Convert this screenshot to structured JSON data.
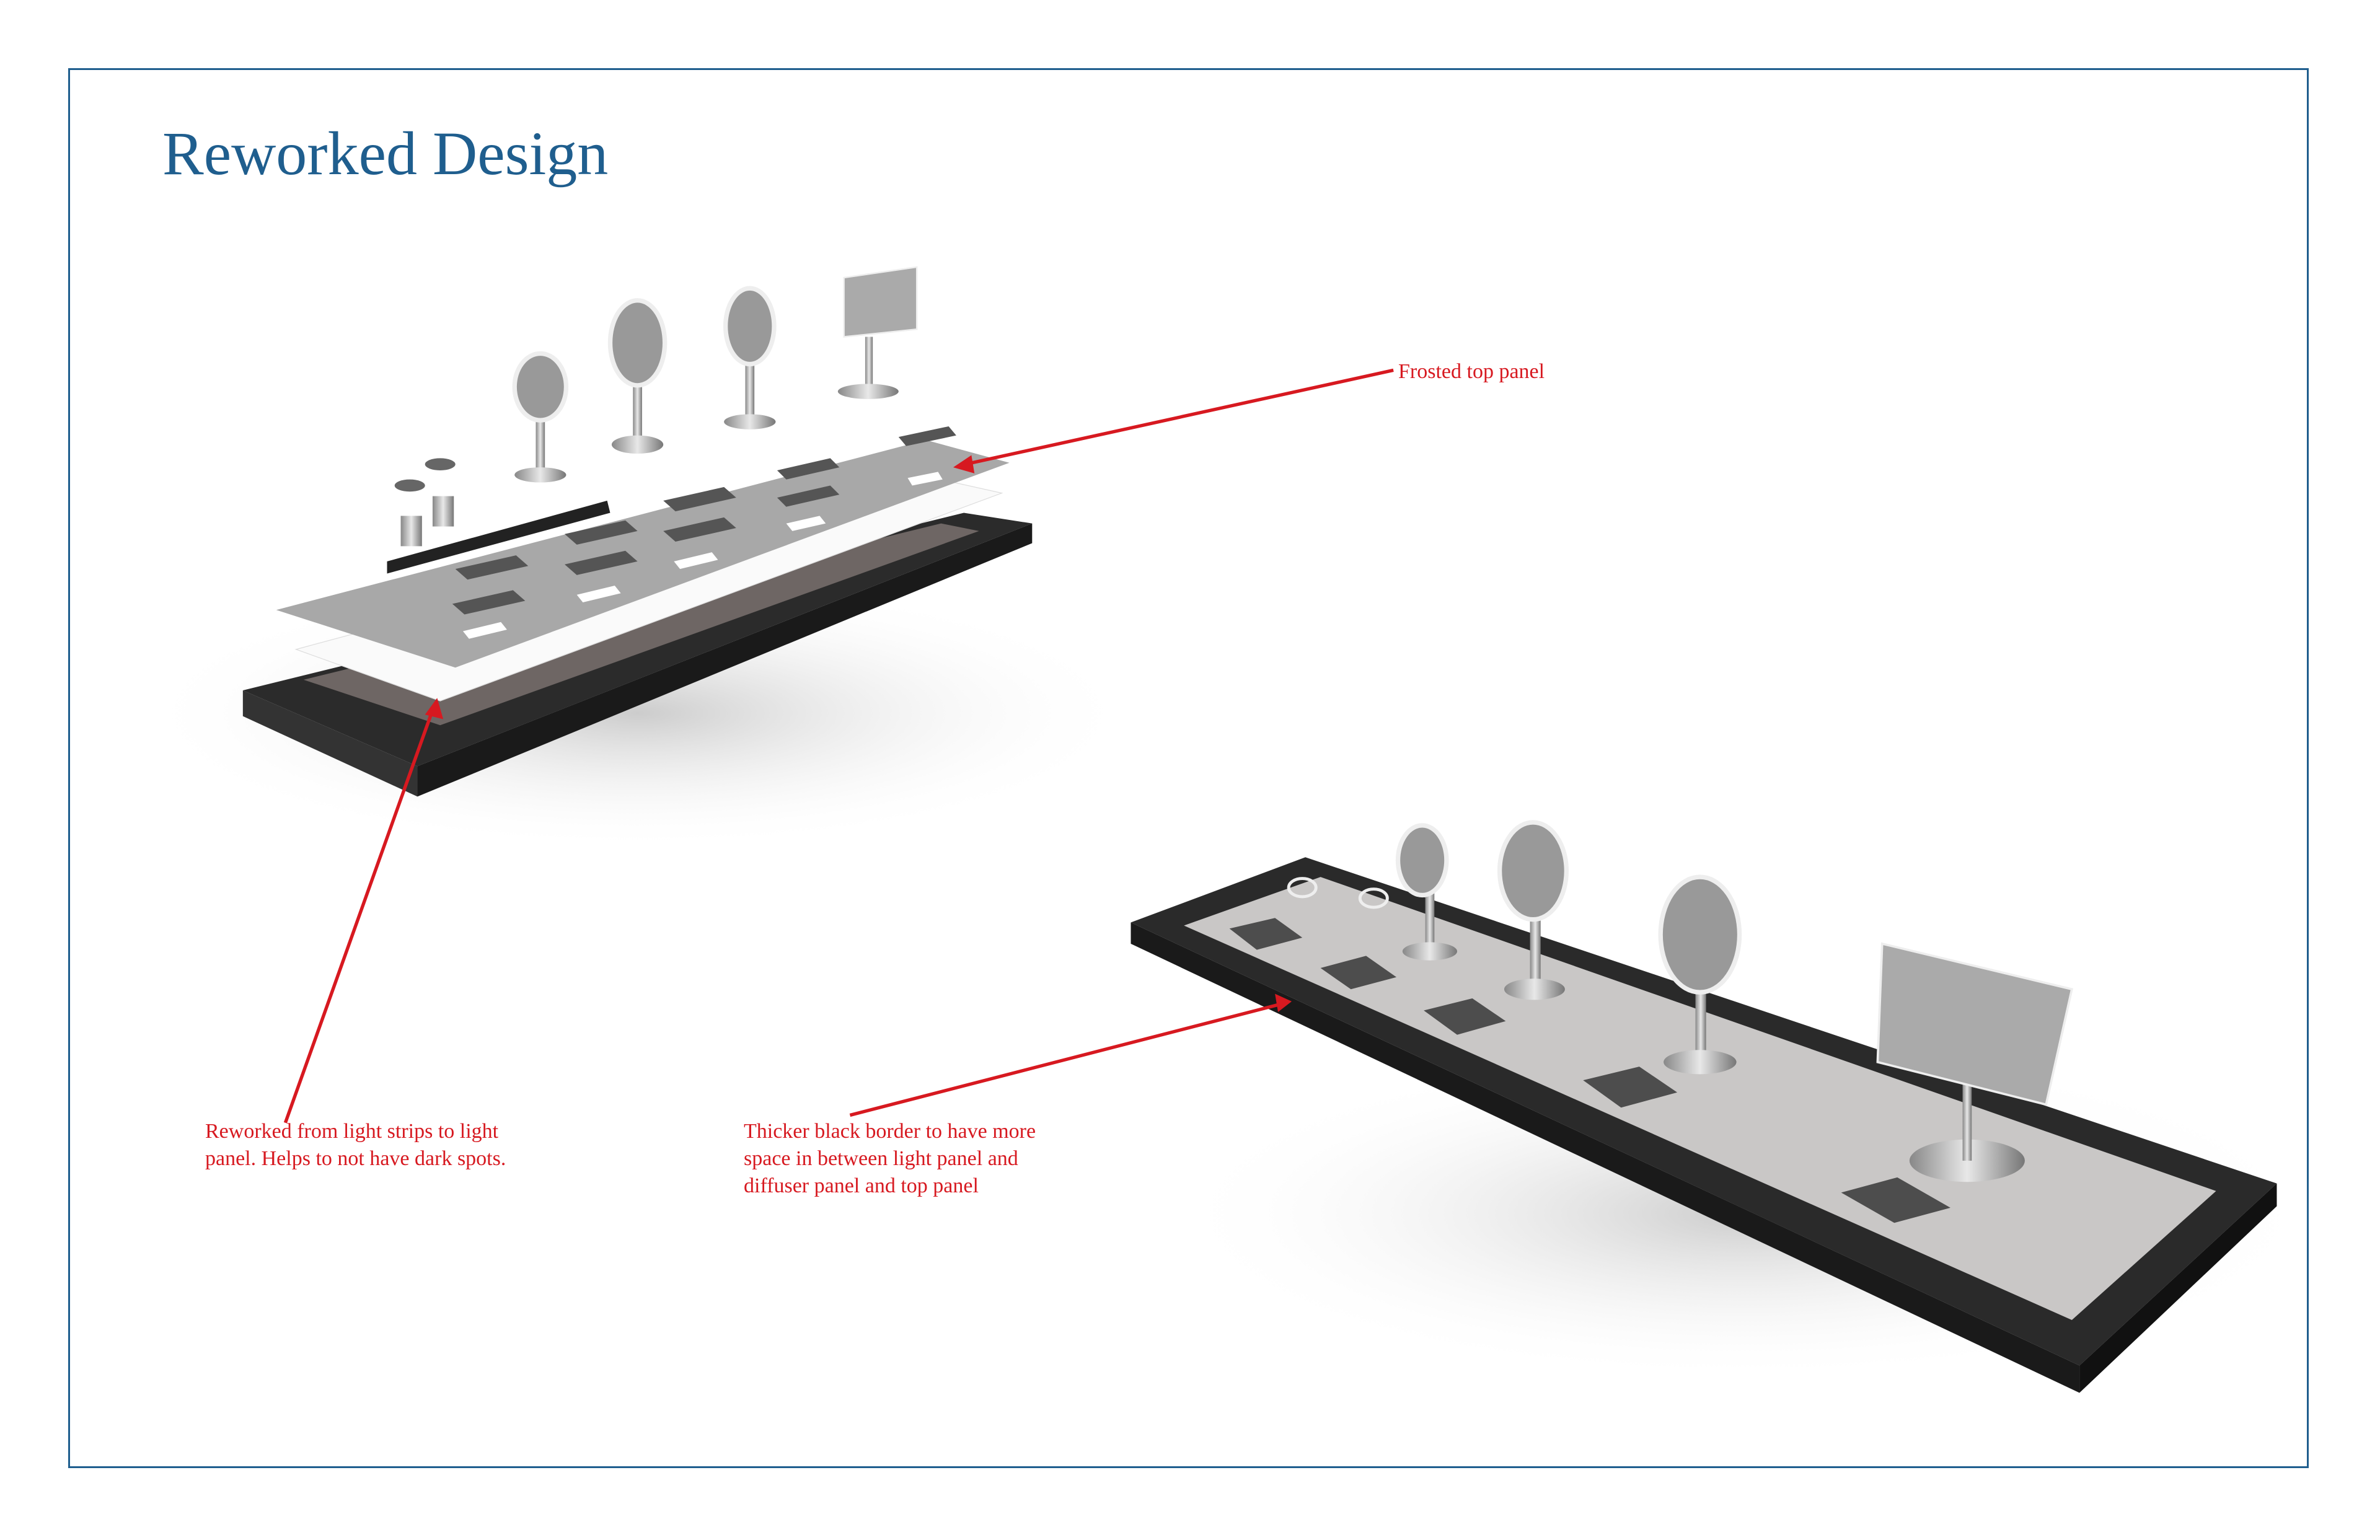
{
  "title": "Reworked Design",
  "annotations": {
    "frosted": "Frosted top panel",
    "reworked": [
      "Reworked from light strips to light",
      "panel. Helps to not have dark spots."
    ],
    "thicker": [
      "Thicker black border to have more",
      "space in between light panel and",
      "diffuser panel and top panel"
    ]
  },
  "colors": {
    "title": "#1f5e8e",
    "annotation": "#d71920",
    "frame": "#1f5e8e"
  }
}
